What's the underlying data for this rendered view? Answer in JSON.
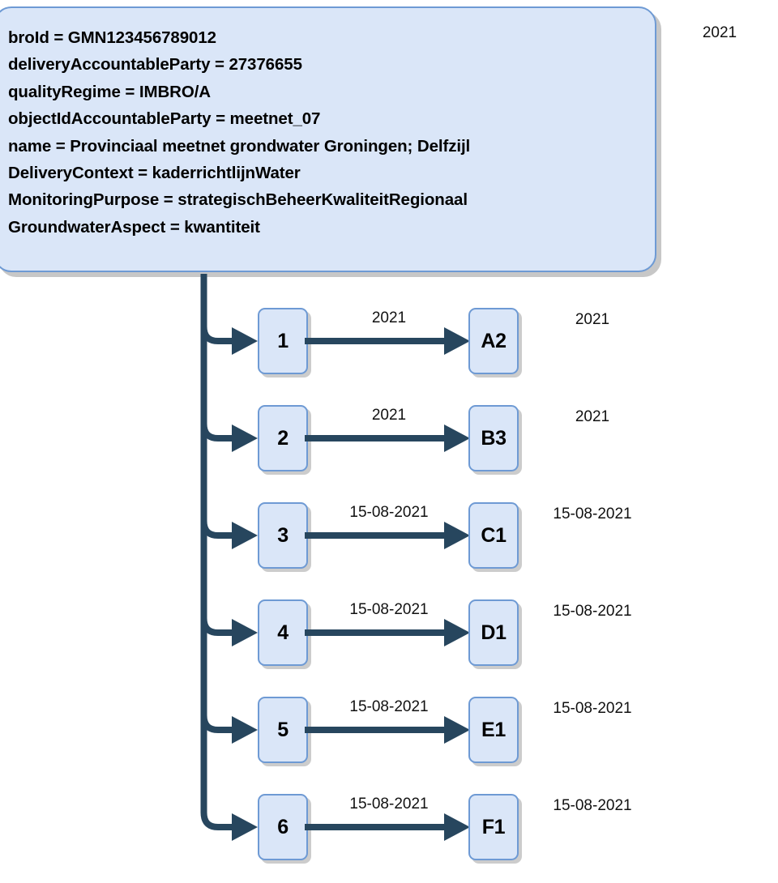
{
  "colors": {
    "node_fill": "#dae6f8",
    "node_border": "#6e9ad4",
    "connector": "#27465e",
    "shadow": "#b3b3b3",
    "text": "#000000",
    "background": "#ffffff"
  },
  "header_box": {
    "name": "gmn-attribute-box",
    "attributes": [
      "broId = GMN123456789012",
      "deliveryAccountableParty = 27376655",
      "qualityRegime = IMBRO/A",
      "objectIdAccountableParty = meetnet_07",
      "name = Provinciaal meetnet grondwater Groningen; Delfzijl",
      "DeliveryContext = kaderrichtlijnWater",
      "MonitoringPurpose = strategischBeheerKwaliteitRegionaal",
      "GroundwaterAspect = kwantiteit"
    ]
  },
  "corner_label": "2021",
  "rows": [
    {
      "left_node": "1",
      "edge_label": "2021",
      "right_node": "A2",
      "right_label": "2021"
    },
    {
      "left_node": "2",
      "edge_label": "2021",
      "right_node": "B3",
      "right_label": "2021"
    },
    {
      "left_node": "3",
      "edge_label": "15-08-2021",
      "right_node": "C1",
      "right_label": "15-08-2021"
    },
    {
      "left_node": "4",
      "edge_label": "15-08-2021",
      "right_node": "D1",
      "right_label": "15-08-2021"
    },
    {
      "left_node": "5",
      "edge_label": "15-08-2021",
      "right_node": "E1",
      "right_label": "15-08-2021"
    },
    {
      "left_node": "6",
      "edge_label": "15-08-2021",
      "right_node": "F1",
      "right_label": "15-08-2021"
    }
  ]
}
